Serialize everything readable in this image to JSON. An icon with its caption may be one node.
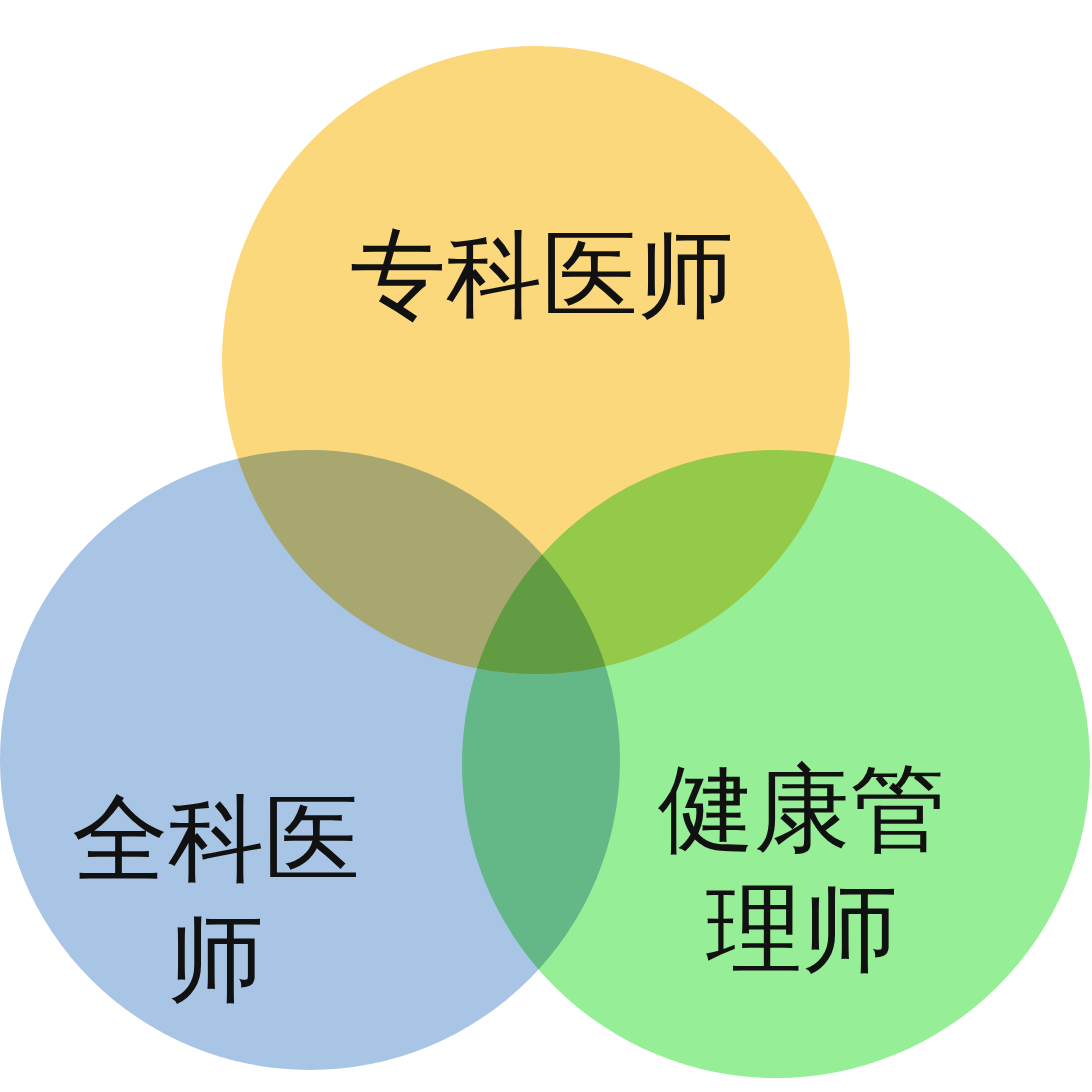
{
  "diagram": {
    "nodes": [
      {
        "text": [
          "专科医师"
        ]
      },
      {
        "text": [
          "全科医师"
        ]
      },
      {
        "text": [
          "健康管理师"
        ]
      }
    ],
    "edges": []
  }
}
